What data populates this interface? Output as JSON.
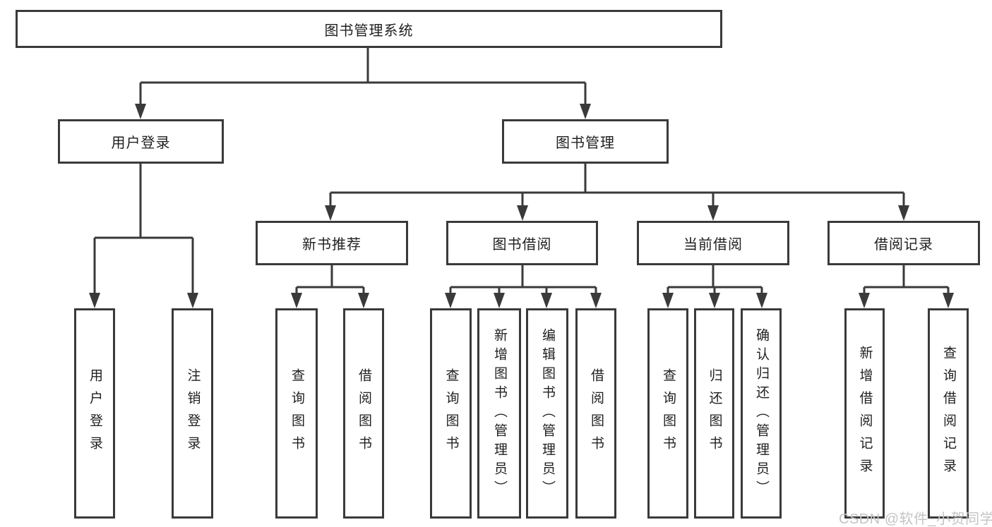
{
  "tree": {
    "label": "图书管理系统",
    "children": [
      {
        "label": "用户登录",
        "children": [
          {
            "label": "用户登录"
          },
          {
            "label": "注销登录"
          }
        ]
      },
      {
        "label": "图书管理",
        "children": [
          {
            "label": "新书推荐",
            "children": [
              {
                "label": "查询图书"
              },
              {
                "label": "借阅图书"
              }
            ]
          },
          {
            "label": "图书借阅",
            "children": [
              {
                "label": "查询图书"
              },
              {
                "label": "新增图书（管理员）"
              },
              {
                "label": "编辑图书（管理员）"
              },
              {
                "label": "借阅图书"
              }
            ]
          },
          {
            "label": "当前借阅",
            "children": [
              {
                "label": "查询图书"
              },
              {
                "label": "归还图书"
              },
              {
                "label": "确认归还（管理员）"
              }
            ]
          },
          {
            "label": "借阅记录",
            "children": [
              {
                "label": "新增借阅记录"
              },
              {
                "label": "查询借阅记录"
              }
            ]
          }
        ]
      }
    ]
  },
  "watermark": {
    "text": "CSDN @软件_小贺同学"
  },
  "colors": {
    "line": "#3a3a3a",
    "text": "#1f1f1f",
    "background": "#ffffff",
    "watermark": "#c4c4c4"
  }
}
